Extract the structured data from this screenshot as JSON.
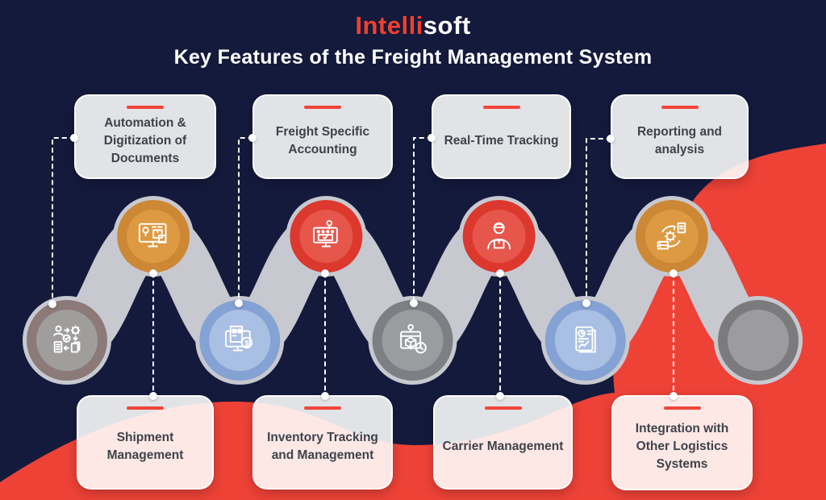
{
  "logo": {
    "part1": "Intelli",
    "part2": "soft"
  },
  "title": "Key Features of the Freight Management System",
  "colors": {
    "background_navy": "#141a3c",
    "accent_red": "#f0453a",
    "blob_red": "#ee4237",
    "ribbon_gray": "#c8c9d0",
    "card_text": "#3e424b",
    "themes": {
      "orange": {
        "outer": "#cd8836",
        "inner": "#dd9a42"
      },
      "red": {
        "outer": "#dc382e",
        "inner": "#e6564b"
      },
      "blue": {
        "outer": "#84a2d3",
        "inner": "#a9bfe3"
      },
      "gray_mauve": {
        "outer": "#8b7a78",
        "inner": "#a09d9d"
      },
      "gray": {
        "outer": "#7c8084",
        "inner": "#9a9da0"
      },
      "gray_plain": {
        "outer": "#7b7b7d",
        "inner": "#9c9c9e"
      }
    }
  },
  "top_cards": [
    {
      "label": "Automation & Digitization of Documents"
    },
    {
      "label": "Freight Specific Accounting"
    },
    {
      "label": "Real-Time Tracking"
    },
    {
      "label": "Reporting and analysis"
    }
  ],
  "bottom_cards": [
    {
      "label": "Shipment Management"
    },
    {
      "label": "Inventory Tracking and Management"
    },
    {
      "label": "Carrier Management"
    },
    {
      "label": "Integration with Other Logistics Systems"
    }
  ],
  "chain": {
    "nodes": [
      {
        "theme": "gray_mauve",
        "position": "bottom",
        "icon": "automation-workflow-icon"
      },
      {
        "theme": "orange",
        "position": "top",
        "icon": "shipment-monitor-icon"
      },
      {
        "theme": "blue",
        "position": "bottom",
        "icon": "accounting-monitor-icon"
      },
      {
        "theme": "red",
        "position": "top",
        "icon": "route-monitor-icon"
      },
      {
        "theme": "gray",
        "position": "bottom",
        "icon": "package-tracking-icon"
      },
      {
        "theme": "red",
        "position": "top",
        "icon": "courier-icon"
      },
      {
        "theme": "blue",
        "position": "bottom",
        "icon": "report-analytics-icon"
      },
      {
        "theme": "orange",
        "position": "top",
        "icon": "integration-sync-icon"
      },
      {
        "theme": "gray_plain",
        "position": "bottom",
        "icon": "none"
      }
    ]
  }
}
